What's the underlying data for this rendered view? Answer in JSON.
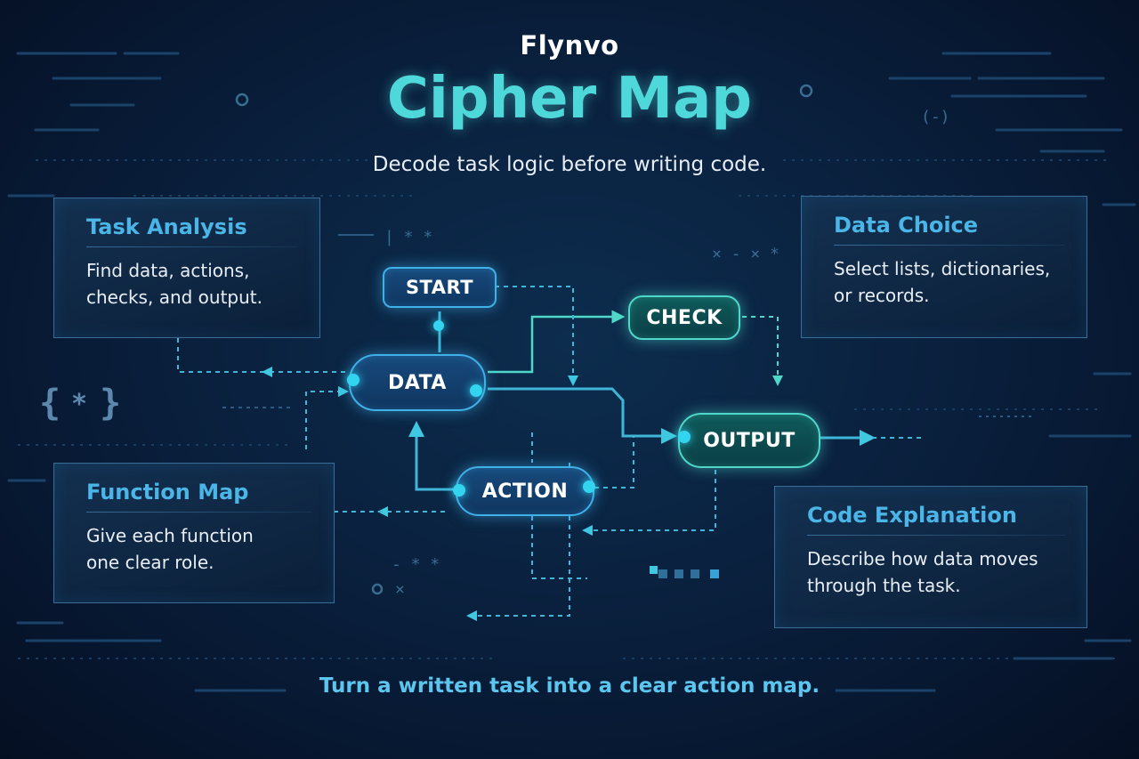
{
  "header": {
    "brand": "Flynvo",
    "title": "Cipher Map",
    "subtitle": "Decode task logic before writing code."
  },
  "cards": {
    "task_analysis": {
      "title": "Task Analysis",
      "lines": [
        "Find data, actions,",
        "checks, and output."
      ]
    },
    "data_choice": {
      "title": "Data Choice",
      "lines": [
        "Select lists, dictionaries,",
        "or records."
      ]
    },
    "function_map": {
      "title": "Function Map",
      "lines": [
        "Give each function",
        "one clear role."
      ]
    },
    "code_explanation": {
      "title": "Code Explanation",
      "lines": [
        "Describe how data moves",
        "through the task."
      ]
    }
  },
  "nodes": {
    "start": "START",
    "check": "CHECK",
    "data": "DATA",
    "output": "OUTPUT",
    "action": "ACTION"
  },
  "footer": "Turn a written task into a clear action map.",
  "colors": {
    "background": "#0a2240",
    "title_teal": "#4fd8d9",
    "card_title_blue": "#4ab5e6",
    "node_blue_border": "#3fb0e8",
    "node_teal_border": "#4fd8c9",
    "connector": "#3fb6d8"
  }
}
